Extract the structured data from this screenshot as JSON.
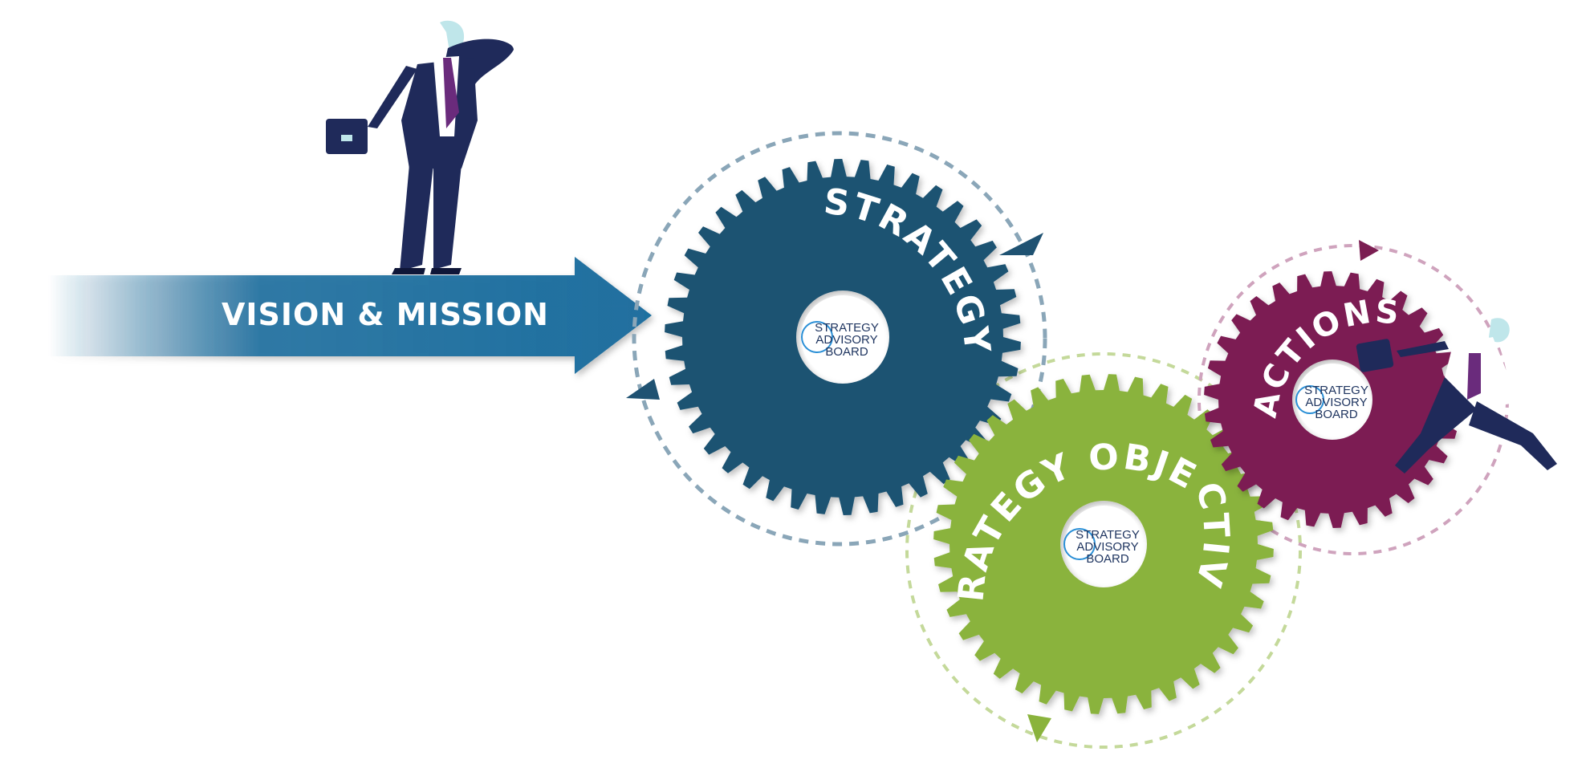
{
  "arrow": {
    "label": "VISION & MISSION"
  },
  "gears": [
    {
      "id": "strategy",
      "label": "STRATEGY",
      "color": "#1f5272",
      "ring_color": "#8aa6b8"
    },
    {
      "id": "objectives",
      "label": "STRATEGY OBJECTIVES",
      "color": "#8ab33c",
      "ring_color": "#c4d99a"
    },
    {
      "id": "actions",
      "label": "ACTIONS",
      "color": "#7b1e52",
      "ring_color": "#cfa3bd"
    }
  ],
  "logo": {
    "line1": "STRATEGY",
    "line2": "ADVISORY",
    "line3": "BOARD",
    "color": "#2a8fd6"
  },
  "figures": [
    {
      "name": "standing-businessman",
      "pose": "looking-ahead"
    },
    {
      "name": "running-businessman",
      "pose": "running"
    }
  ],
  "colors": {
    "arrow": "#1f6f9f",
    "suit": "#1f2a5a",
    "tie": "#6a2b7c",
    "skin": "#bfe6ea"
  }
}
